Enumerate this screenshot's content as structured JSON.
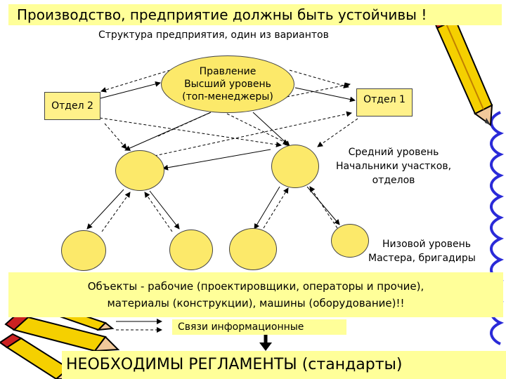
{
  "title": "Производство, предприятие должны быть устойчивы !",
  "subtitle": "Структура предприятия, один из вариантов",
  "top_management": {
    "line1": "Правление",
    "line2": "Высший уровень",
    "line3": "(топ-менеджеры)"
  },
  "dept2": "Отдел 2",
  "dept1": "Отдел 1",
  "middle_level": {
    "line1": "Средний уровень",
    "line2": "Начальники участков,",
    "line3": "отделов"
  },
  "lower_level": {
    "line1": "Низовой уровень",
    "line2": "Мастера, бригадиры"
  },
  "objects": {
    "line1": "Объекты  -  рабочие (проектировщики, операторы и прочие),",
    "line2": "материалы (конструкции), машины (оборудование)!!"
  },
  "links_label": "Связи информационные",
  "regulations": "НЕОБХОДИМЫ   РЕГЛАМЕНТЫ (стандарты)",
  "colors": {
    "highlight": "#ffff99",
    "node_fill": "#fce96a",
    "spiral": "#2a2ad8"
  }
}
